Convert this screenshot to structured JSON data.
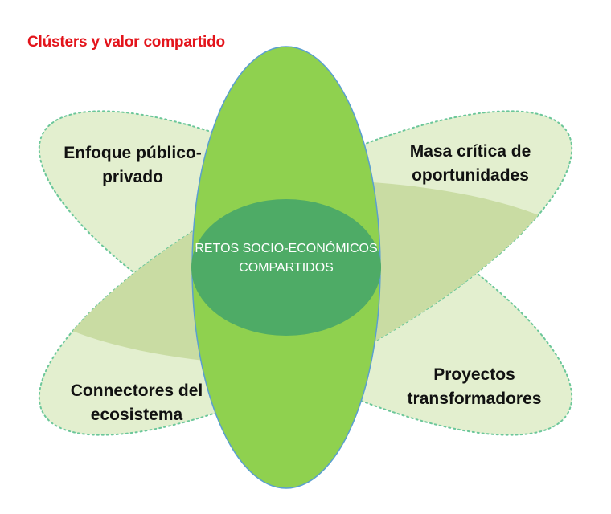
{
  "title": "Clústers y valor compartido",
  "center": {
    "line1": "RETOS SOCIO-ECONÓMICOS",
    "line2": "COMPARTIDOS"
  },
  "petals": {
    "top_left": {
      "line1": "Enfoque público-",
      "line2": "privado"
    },
    "top_right": {
      "line1": "Masa crítica de",
      "line2": "oportunidades"
    },
    "bottom_left": {
      "line1": "Connectores del",
      "line2": "ecosistema"
    },
    "bottom_right": {
      "line1": "Proyectos",
      "line2": "transformadores"
    }
  },
  "colors": {
    "title": "#e3141b",
    "petal_fill": "#e3efcf",
    "petal_outline": "#6cc79a",
    "petal_overlap": "#c9dca3",
    "central_ellipse": "#8fd14f",
    "central_outline": "#5a9fd0",
    "core_ellipse": "#4eab66"
  }
}
